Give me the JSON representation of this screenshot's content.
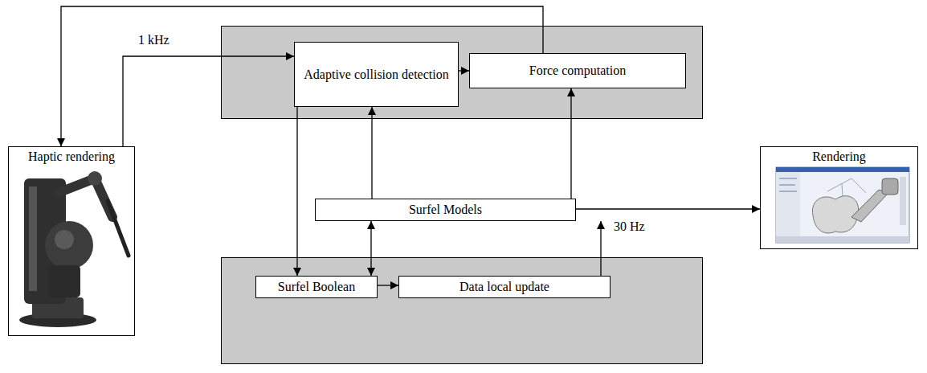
{
  "diagram": {
    "nodes": [
      {
        "text": [
          "Haptic rendering"
        ]
      },
      {
        "text": [
          "Adaptive collision detection"
        ]
      },
      {
        "text": [
          "Force computation"
        ]
      },
      {
        "text": [
          "Surfel Models"
        ]
      },
      {
        "text": [
          "Surfel Boolean"
        ]
      },
      {
        "text": [
          "Data local update"
        ]
      },
      {
        "text": [
          "Rendering"
        ]
      }
    ],
    "edges": [
      {
        "from": 2,
        "to": 0,
        "arrow": "to"
      },
      {
        "from": 0,
        "to": 1,
        "label": "1 kHz",
        "arrow": "to"
      },
      {
        "from": 1,
        "to": 2,
        "arrow": "to"
      },
      {
        "from": 1,
        "to": 4,
        "arrow": "to"
      },
      {
        "from": 3,
        "to": 1,
        "arrow": "to"
      },
      {
        "from": 3,
        "to": 2,
        "arrow": "to"
      },
      {
        "from": 3,
        "to": 4,
        "arrow": "both"
      },
      {
        "from": 4,
        "to": 5,
        "arrow": "to"
      },
      {
        "from": 5,
        "to": 3,
        "arrow": "to"
      },
      {
        "from": 3,
        "to": 6,
        "label": "30 Hz",
        "arrow": "to"
      }
    ]
  }
}
